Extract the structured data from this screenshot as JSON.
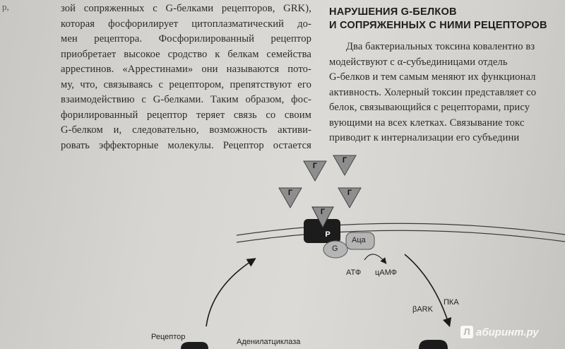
{
  "corner_mark": "р,",
  "left_column": {
    "lines": [
      "зой сопряженных с G-белками рецепторов, GRK),",
      "которая фосфорилирует цитоплазматический до-",
      "мен рецептора. Фосфорилированный рецептор",
      "приобретает высокое сродство к белкам семейства",
      "аррестинов. «Аррестинами» они называются пото-",
      "му, что, связываясь с рецептором, препятствуют его",
      "взаимодействию с G-белками. Таким образом, фос-",
      "форилированный рецептор теряет связь со своим",
      "G-белком и, следовательно, возможность активи-",
      "ровать эффекторные молекулы. Рецептор остается"
    ]
  },
  "right_column": {
    "heading": [
      "НАРУШЕНИЯ G-БЕЛКОВ",
      "И СОПРЯЖЕННЫХ С НИМИ РЕЦЕПТОРОВ"
    ],
    "lines": [
      "Два бактериальных токсина ковалентно вз",
      "модействуют с α-субъединицами отдель",
      "G-белков и тем самым меняют их функционал",
      "активность. Холерный токсин представляет со",
      "белок, связывающийся с рецепторами, прису",
      "вующими на всех клетках. Связывание токс",
      "приводит к интернализации его субъедини"
    ]
  },
  "figure": {
    "ligand_label": "Г",
    "receptor_p_label": "P",
    "g_protein_label": "G",
    "adenylyl_cyclase_label": "Аца",
    "atp_label": "АТФ",
    "camp_label": "цАМФ",
    "beta_ark_label": "βARK",
    "pka_label": "ПКА",
    "receptor_label": "Рецептор",
    "adenylatcyclase_label": "Аденилатциклаза"
  },
  "watermark": {
    "logo_glyph": "Л",
    "text": "абиринт.ру"
  },
  "colors": {
    "page": "#d7d5d1",
    "text": "#2a2a2a",
    "triangle_fill": "#8e8e8e",
    "receptor_fill": "#1c1c1c",
    "protein_fill": "#b5b5b5"
  }
}
